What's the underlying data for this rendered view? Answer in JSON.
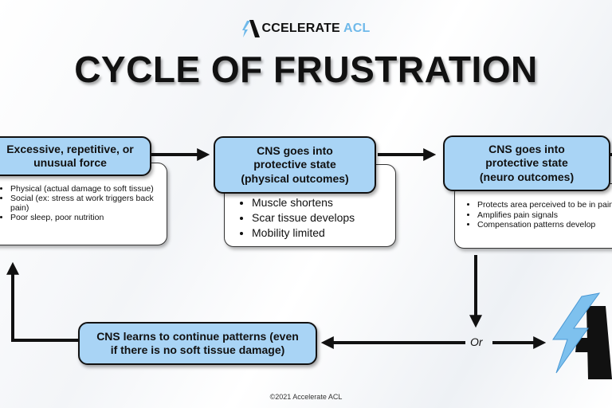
{
  "logo": {
    "text_main": "CCELERATE",
    "text_accent": "ACL"
  },
  "title": "CYCLE OF FRUSTRATION",
  "boxes": {
    "box1": {
      "heading_line1": "Excessive, repetitive, or",
      "heading_line2": "unusual force",
      "items": [
        "Physical (actual damage to soft tissue)",
        "Social (ex:  stress at work triggers back pain)",
        "Poor sleep, poor nutrition"
      ]
    },
    "box2": {
      "heading_line1": "CNS goes into",
      "heading_line2": "protective state",
      "heading_line3": "(physical outcomes)",
      "items": [
        "Muscle shortens",
        "Scar tissue develops",
        "Mobility limited"
      ]
    },
    "box3": {
      "heading_line1": "CNS goes into",
      "heading_line2": "protective state",
      "heading_line3": "(neuro outcomes)",
      "items": [
        "Protects area perceived to be in pain",
        "Amplifies pain signals",
        "Compensation patterns develop"
      ]
    },
    "box4": {
      "heading_line1": "CNS learns to continue patterns (even",
      "heading_line2": "if there is no soft tissue damage)"
    }
  },
  "or_label": "Or",
  "footer": "©2021 Accelerate ACL",
  "colors": {
    "box_fill": "#a9d4f5",
    "accent": "#6fb9ea",
    "text": "#111111"
  }
}
